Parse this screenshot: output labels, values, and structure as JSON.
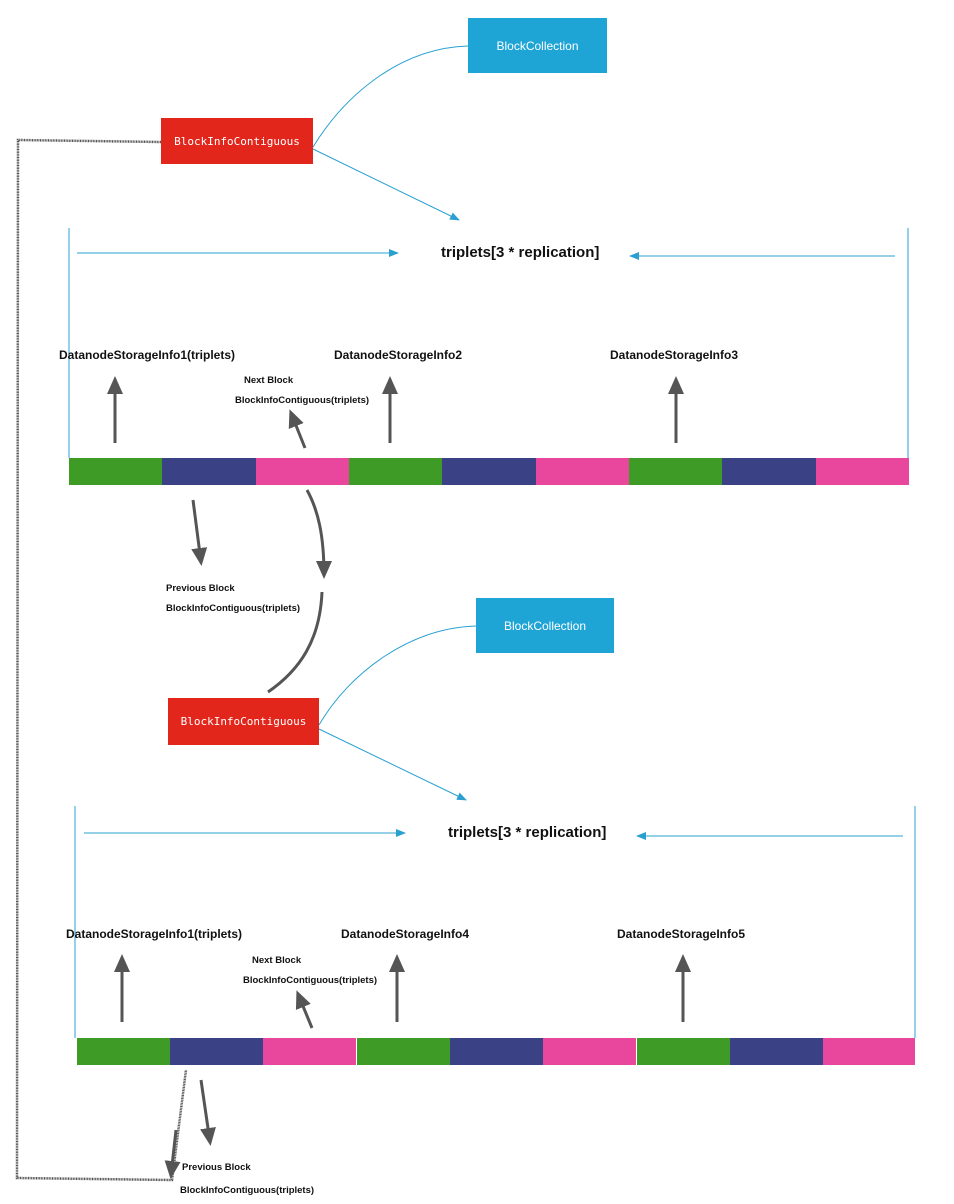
{
  "colors": {
    "block_collection": "#1fa4d6",
    "block_info": "#e2261b",
    "connector": "#2aa0d0",
    "slot_storage": "#3e9b25",
    "slot_prev": "#3a4185",
    "slot_next": "#e8479d",
    "hand_arrow": "#555555"
  },
  "icons": {
    "up_arrow": "hand-drawn-up-arrow-icon",
    "down_arrow": "hand-drawn-down-arrow-icon",
    "curved_arrow": "hand-drawn-curved-arrow-icon",
    "link_arrow": "thin-arrow-icon"
  },
  "groups": [
    {
      "block_collection": "BlockCollection",
      "block_info": "BlockInfoContiguous",
      "triplets_title": "triplets[3 * replication]",
      "storages": [
        "DatanodeStorageInfo1(triplets)",
        "DatanodeStorageInfo2",
        "DatanodeStorageInfo3"
      ],
      "next_block": "Next Block",
      "next_block_target": "BlockInfoContiguous(triplets)",
      "previous_block": "Previous Block",
      "previous_block_target": "BlockInfoContiguous(triplets)",
      "slots": [
        "storage",
        "prev",
        "next",
        "storage",
        "prev",
        "next",
        "storage",
        "prev",
        "next"
      ]
    },
    {
      "block_collection": "BlockCollection",
      "block_info": "BlockInfoContiguous",
      "triplets_title": "triplets[3 * replication]",
      "storages": [
        "DatanodeStorageInfo1(triplets)",
        "DatanodeStorageInfo4",
        "DatanodeStorageInfo5"
      ],
      "next_block": "Next Block",
      "next_block_target": "BlockInfoContiguous(triplets)",
      "previous_block": "Previous Block",
      "previous_block_target": "BlockInfoContiguous(triplets)",
      "slots": [
        "storage",
        "prev",
        "next",
        "storage",
        "prev",
        "next",
        "storage",
        "prev",
        "next"
      ]
    }
  ]
}
